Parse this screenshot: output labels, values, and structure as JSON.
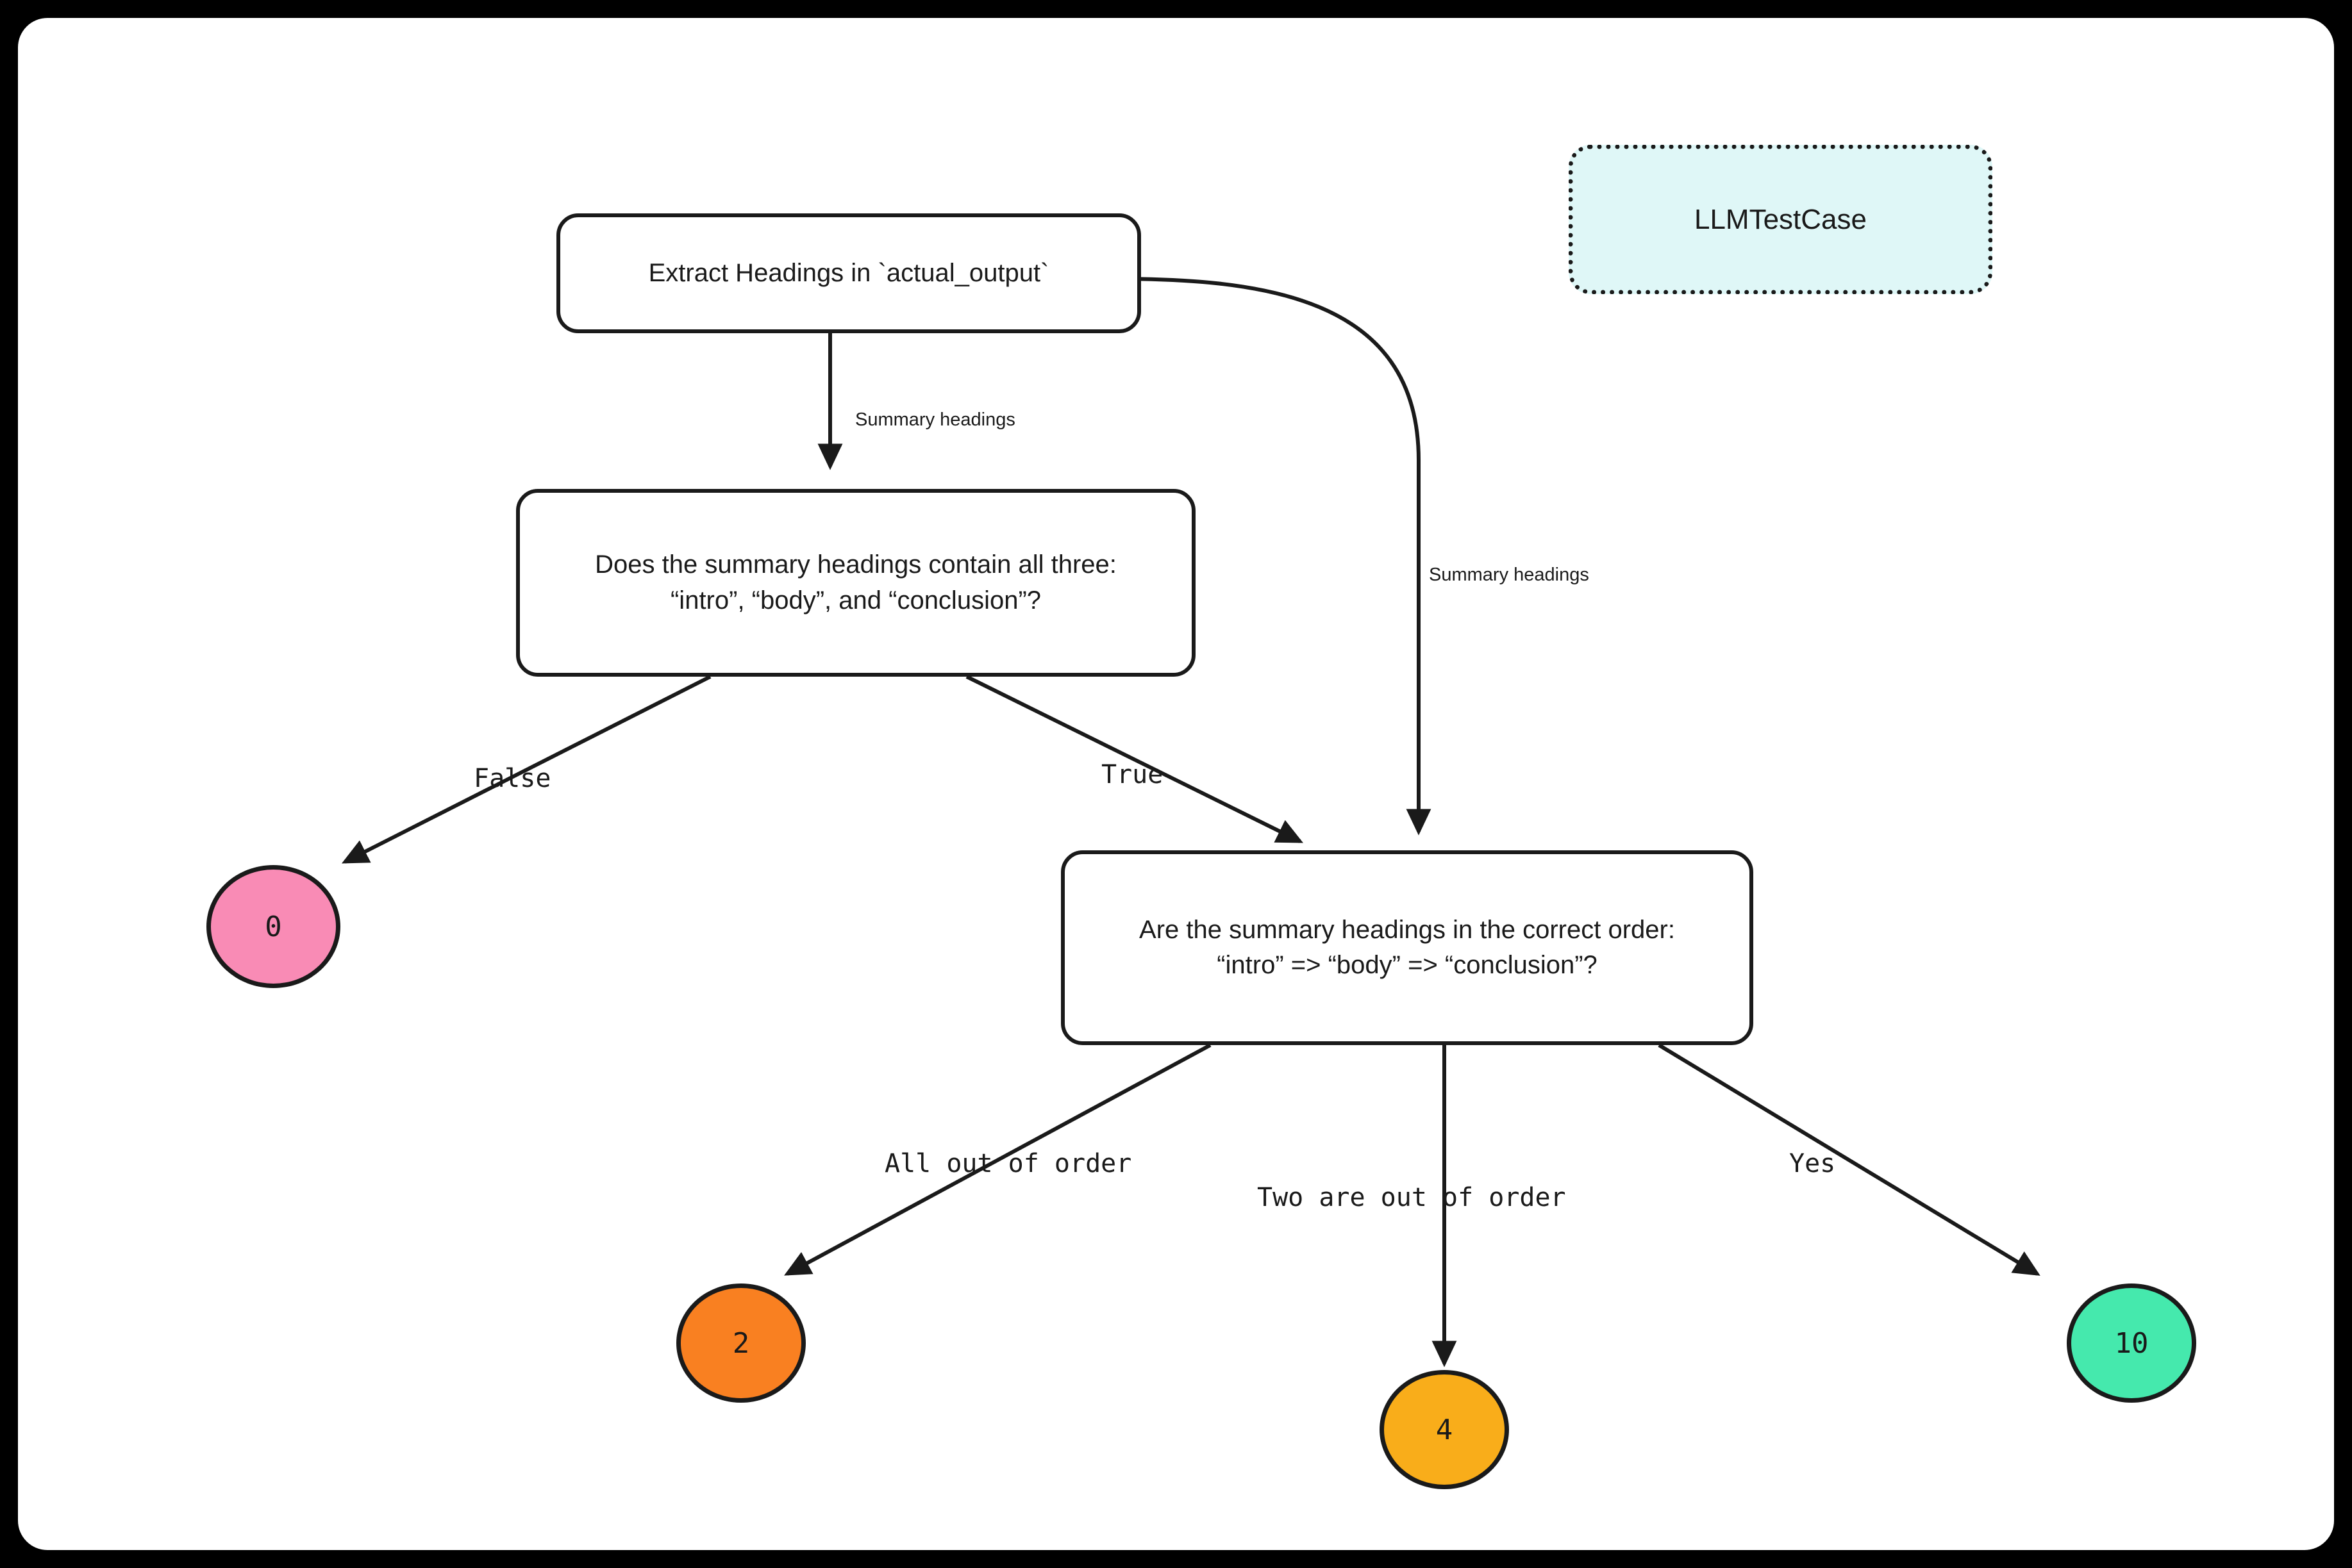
{
  "diagram": {
    "type": "flowchart",
    "title": "Summarization heading-order scoring flowchart",
    "canvas_background": "#ffffff",
    "frame_background": "#000000",
    "stroke_color": "#1a1a1a"
  },
  "nodes": {
    "extract": {
      "id": "extract",
      "shape": "rounded-rectangle",
      "label": "Extract Headings in `actual_output`",
      "fill": "#ffffff"
    },
    "contains": {
      "id": "contains",
      "shape": "rounded-rectangle",
      "line1": "Does the summary headings contain all three:",
      "line2": "“intro”, “body”, and “conclusion”?",
      "fill": "#ffffff"
    },
    "order": {
      "id": "order",
      "shape": "rounded-rectangle",
      "line1": "Are the summary headings in the correct order:",
      "line2": "“intro” => “body” => “conclusion”?",
      "fill": "#ffffff"
    },
    "testcase": {
      "id": "testcase",
      "shape": "rounded-rectangle-dotted",
      "label": "LLMTestCase",
      "fill": "#dff7f7",
      "border_style": "dotted"
    },
    "score0": {
      "id": "score0",
      "shape": "circle",
      "label": "0",
      "fill": "#f98bb5"
    },
    "score2": {
      "id": "score2",
      "shape": "circle",
      "label": "2",
      "fill": "#f98021"
    },
    "score4": {
      "id": "score4",
      "shape": "circle",
      "label": "4",
      "fill": "#f9ad1a"
    },
    "score10": {
      "id": "score10",
      "shape": "circle",
      "label": "10",
      "fill": "#45e9ad"
    }
  },
  "edges": [
    {
      "id": "extract-to-contains",
      "from": "extract",
      "to": "contains",
      "label": "Summary headings",
      "label_font": "sans"
    },
    {
      "id": "extract-to-order",
      "from": "extract",
      "to": "order",
      "label": "Summary headings",
      "label_font": "sans"
    },
    {
      "id": "contains-to-score0",
      "from": "contains",
      "to": "score0",
      "label": "False",
      "label_font": "mono"
    },
    {
      "id": "contains-to-order",
      "from": "contains",
      "to": "order",
      "label": "True",
      "label_font": "mono"
    },
    {
      "id": "order-to-score2",
      "from": "order",
      "to": "score2",
      "label": "All out of order",
      "label_font": "mono"
    },
    {
      "id": "order-to-score4",
      "from": "order",
      "to": "score4",
      "label": "Two are out of order",
      "label_font": "mono"
    },
    {
      "id": "order-to-score10",
      "from": "order",
      "to": "score10",
      "label": "Yes",
      "label_font": "mono"
    }
  ]
}
